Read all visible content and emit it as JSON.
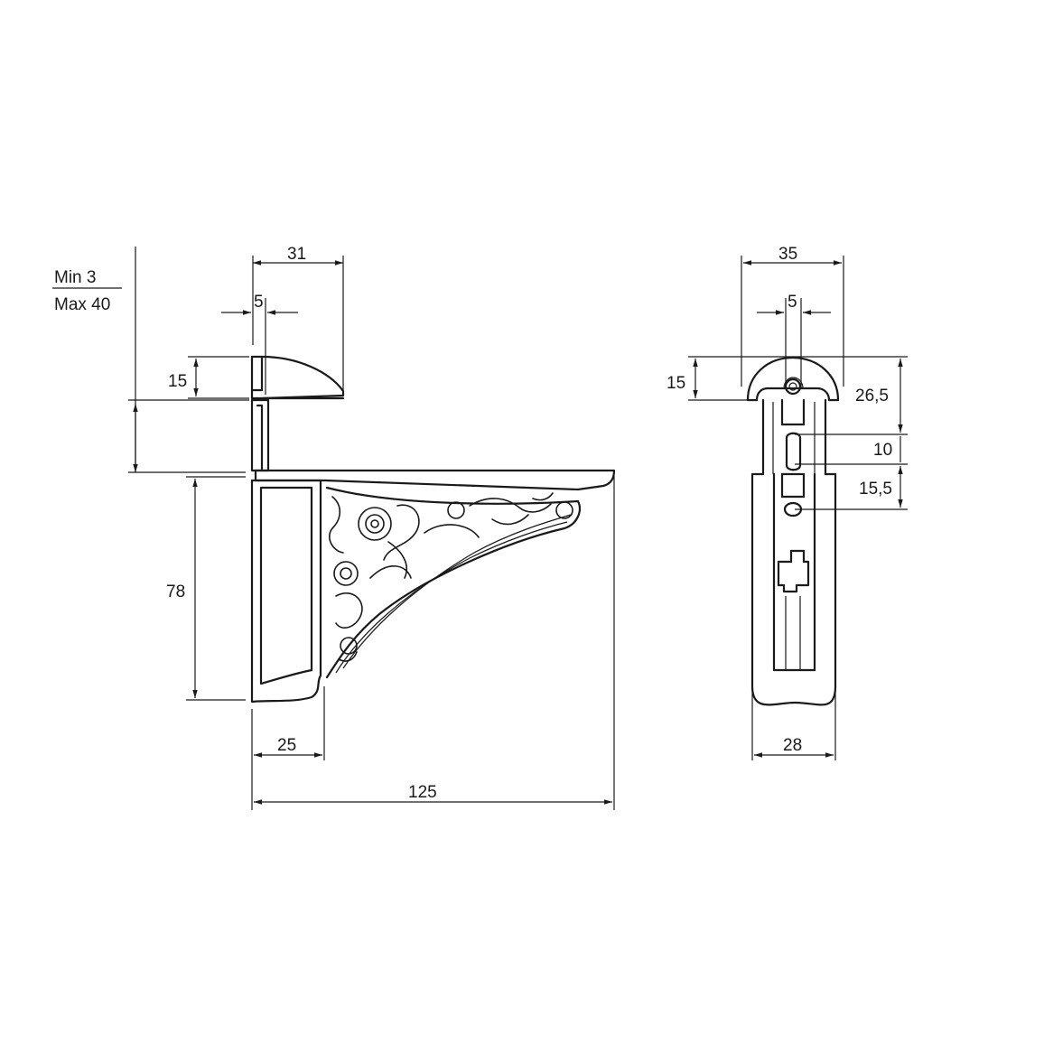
{
  "colors": {
    "line": "#1a1a1a",
    "background": "#ffffff"
  },
  "shelf_thickness": {
    "min": "Min 3",
    "max": "Max 40"
  },
  "side_view": {
    "top_width": "31",
    "gap_width": "5",
    "clip_height": "15",
    "body_height": "78",
    "plate_width": "25",
    "total_length": "125"
  },
  "front_view": {
    "top_width": "35",
    "slot_width": "5",
    "cap_height": "15",
    "height_26_5": "26,5",
    "height_10": "10",
    "height_15_5": "15,5",
    "bottom_width": "28"
  }
}
